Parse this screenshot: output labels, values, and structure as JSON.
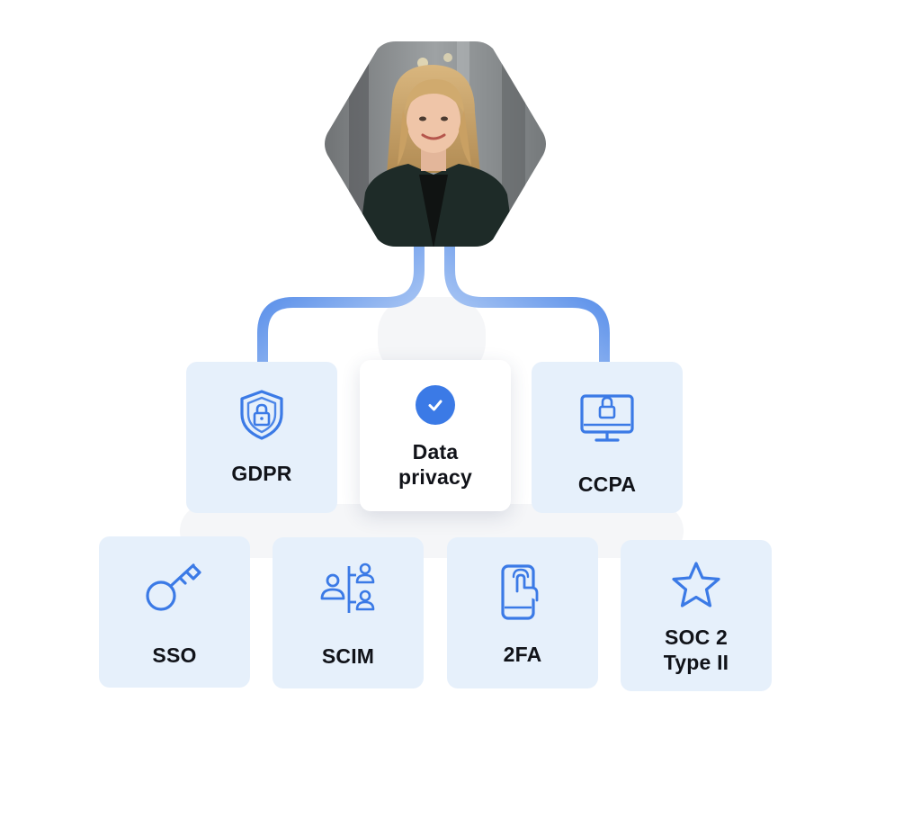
{
  "colors": {
    "accent": "#3b7ae6",
    "card_bg": "#e6f0fb",
    "active_card_bg": "#ffffff",
    "text": "#111319"
  },
  "diagram": {
    "top_node": {
      "type": "photo-avatar",
      "shape": "hexagon",
      "icon": "person-photo"
    },
    "row1": [
      {
        "label": "GDPR",
        "icon": "shield-lock-icon",
        "active": false
      },
      {
        "label": "Data privacy",
        "label_lines": [
          "Data",
          "privacy"
        ],
        "icon": "check-circle-icon",
        "active": true
      },
      {
        "label": "CCPA",
        "icon": "monitor-lock-icon",
        "active": false
      }
    ],
    "row2": [
      {
        "label": "SSO",
        "icon": "key-icon"
      },
      {
        "label": "SCIM",
        "icon": "users-sync-icon"
      },
      {
        "label": "2FA",
        "icon": "phone-touch-icon"
      },
      {
        "label": "SOC 2 Type II",
        "label_lines": [
          "SOC 2",
          "Type II"
        ],
        "icon": "star-icon"
      }
    ]
  }
}
